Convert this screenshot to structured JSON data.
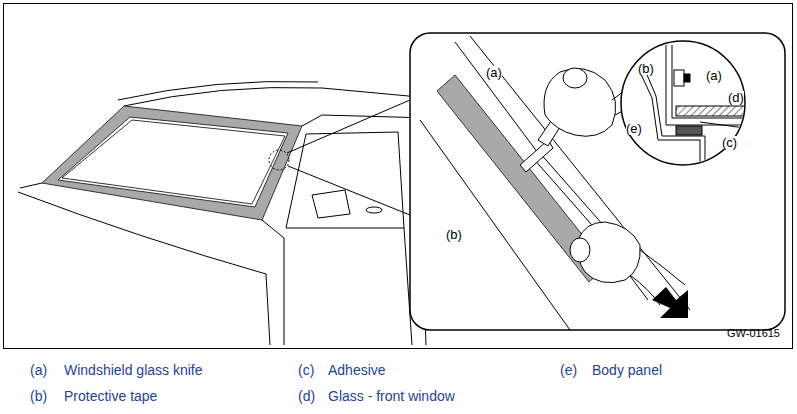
{
  "diagram": {
    "labels": [
      "(a)",
      "(b)",
      "(a)",
      "(d)",
      "(e)",
      "(c)",
      "(b)",
      "GW-01615",
      "(a)",
      "Windshield glass knife",
      "(c)",
      "Adhesive",
      "(e)",
      "Body panel",
      "(b)",
      "Protective tape",
      "(d)",
      "Glass - front window"
    ]
  }
}
